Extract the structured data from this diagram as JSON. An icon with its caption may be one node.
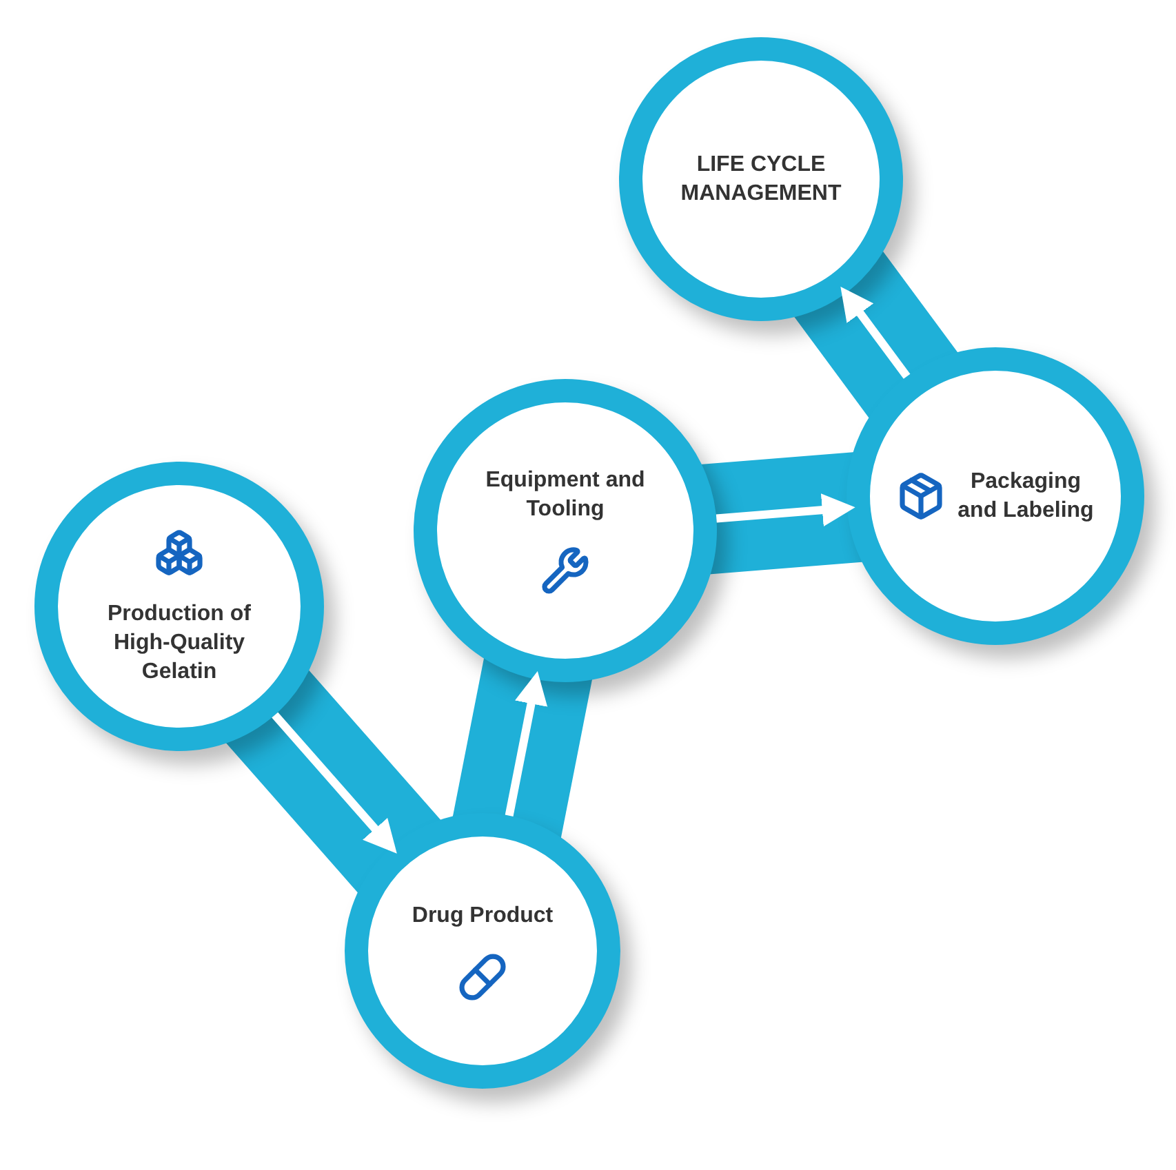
{
  "diagram": {
    "nodes": [
      {
        "text": [
          "Production of High-Quality Gelatin"
        ]
      },
      {
        "text": [
          "Drug Product"
        ]
      },
      {
        "text": [
          "Equipment and Tooling"
        ]
      },
      {
        "text": [
          "Packaging and Labeling"
        ]
      },
      {
        "text": [
          "LIFE CYCLE MANAGEMENT"
        ]
      }
    ],
    "edges": [
      {
        "from": 0,
        "to": 1,
        "arrow": "to"
      },
      {
        "from": 1,
        "to": 2,
        "arrow": "to"
      },
      {
        "from": 2,
        "to": 3,
        "arrow": "to"
      },
      {
        "from": 3,
        "to": 4,
        "arrow": "to"
      }
    ]
  }
}
